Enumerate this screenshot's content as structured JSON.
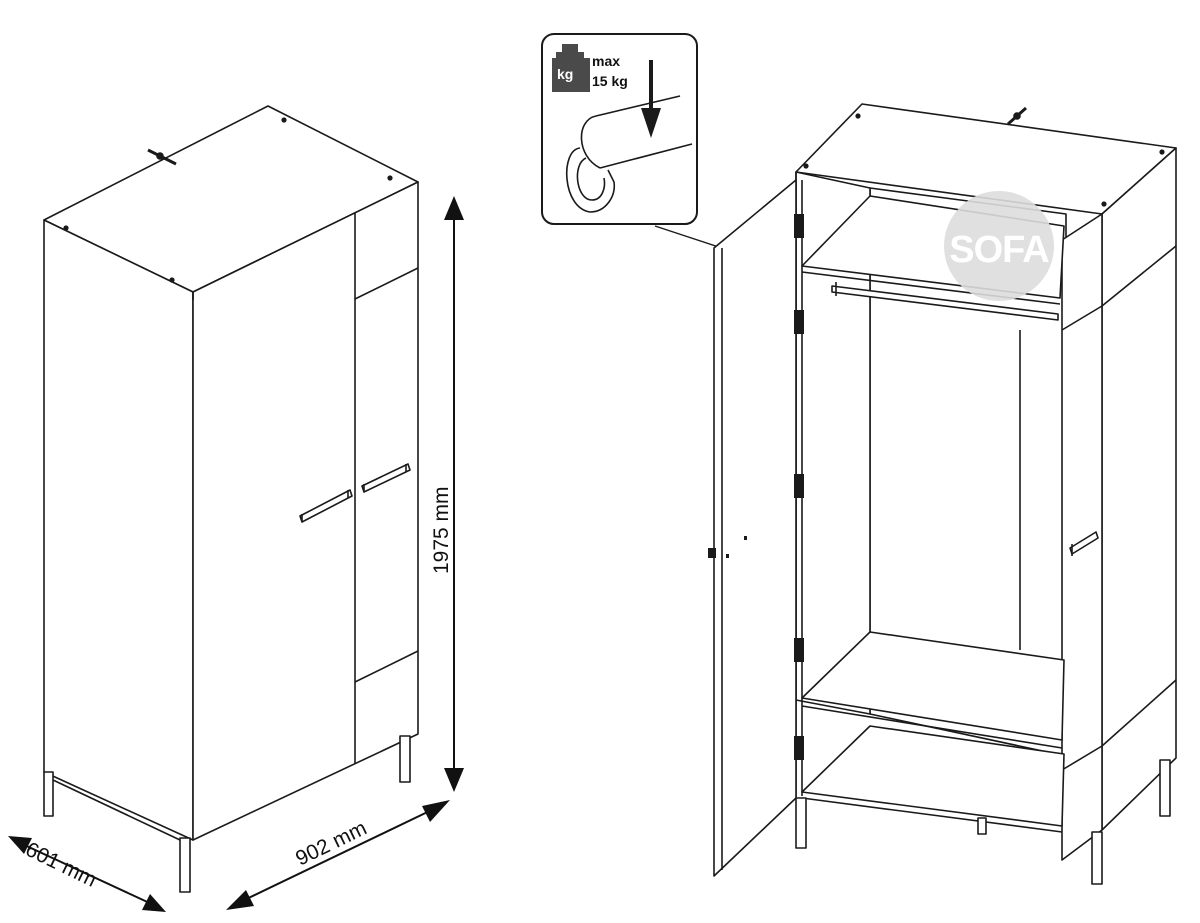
{
  "dimensions": {
    "height": "1975 mm",
    "width": "902 mm",
    "depth": "601 mm"
  },
  "load_callout": {
    "unit_label": "kg",
    "max_label": "max",
    "load_value": "15 kg"
  },
  "watermark": {
    "text": "SOFA"
  },
  "colors": {
    "line": "#1a1a1a",
    "logo_fill": "#dddddd",
    "logo_text": "#ffffff",
    "weight_icon": "#4a4a4a"
  }
}
